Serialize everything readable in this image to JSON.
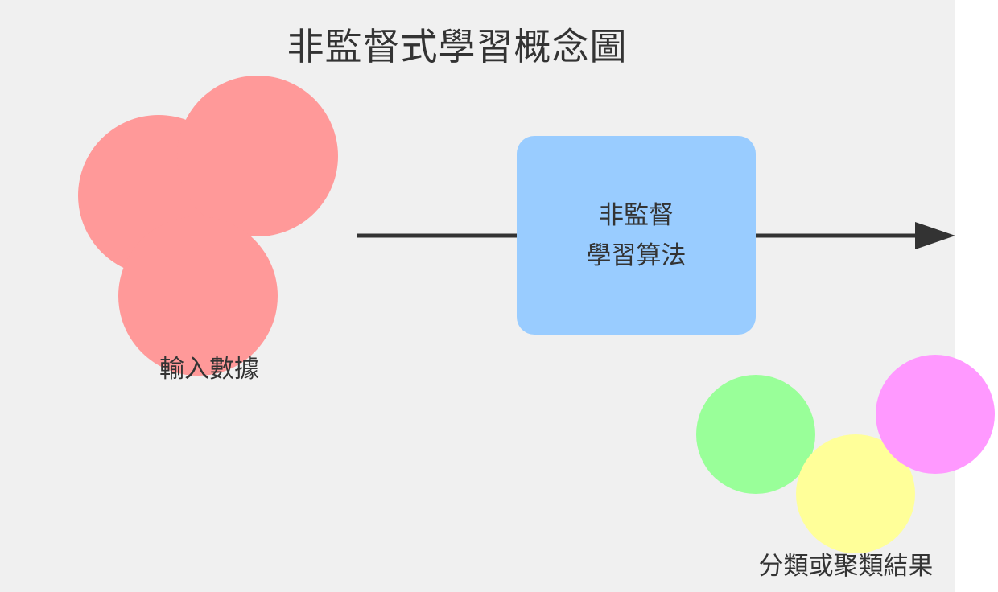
{
  "title": "非監督式學習概念圖",
  "input": {
    "label": "輸入數據",
    "color": "#ff9999"
  },
  "algorithm": {
    "line1": "非監督",
    "line2": "學習算法",
    "color": "#99ccff"
  },
  "output": {
    "label": "分類或聚類結果",
    "cluster_colors": [
      "#99ff99",
      "#ffff99",
      "#ff99ff"
    ]
  },
  "colors": {
    "background": "#f0f0f0",
    "arrow": "#333333",
    "text": "#333333"
  }
}
